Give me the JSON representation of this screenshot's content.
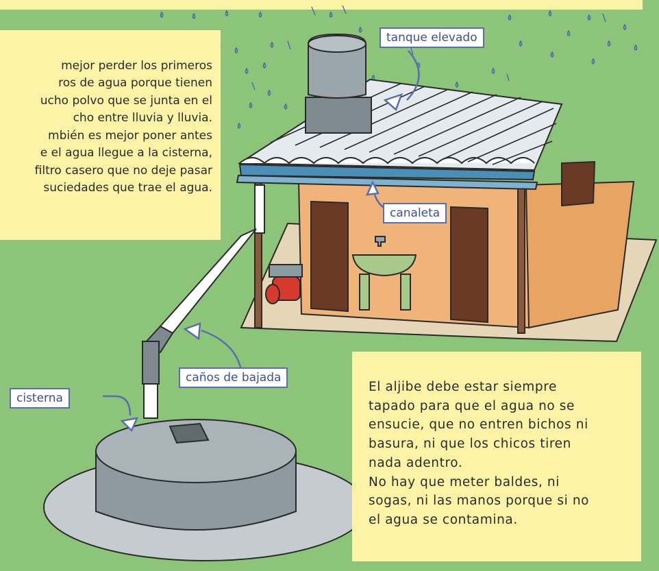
{
  "colors": {
    "background": "#8cc47a",
    "note_background": "#fdf3a6",
    "label_border": "#5a6db0",
    "label_text": "#3b4f9a",
    "house_wall": "#e8a463",
    "roof": "#eef1f4",
    "tank": "#8c9aa1",
    "cistern": "#9aa6ab",
    "floor": "#e6d6b8"
  },
  "labels": {
    "tanque": "tanque elevado",
    "canaleta": "canaleta",
    "canos": "caños de bajada",
    "cisterna": "cisterna"
  },
  "notes": {
    "left": " mejor perder los primeros\nros de agua porque tienen\nucho polvo que se junta en el\ncho entre lluvia y lluvia.\nmbién es mejor poner antes\ne el agua llegue a la cisterna,\nfiltro casero que no deje pasar\nsuciedades que trae el agua.",
    "right": "El aljibe debe estar siempre\ntapado para que el agua no se\nensucie, que no entren bichos ni\nbasura, ni que los chicos tiren\nnada adentro.\nNo hay que meter baldes, ni\nsogas, ni las manos porque si no\nel agua se contamina."
  }
}
